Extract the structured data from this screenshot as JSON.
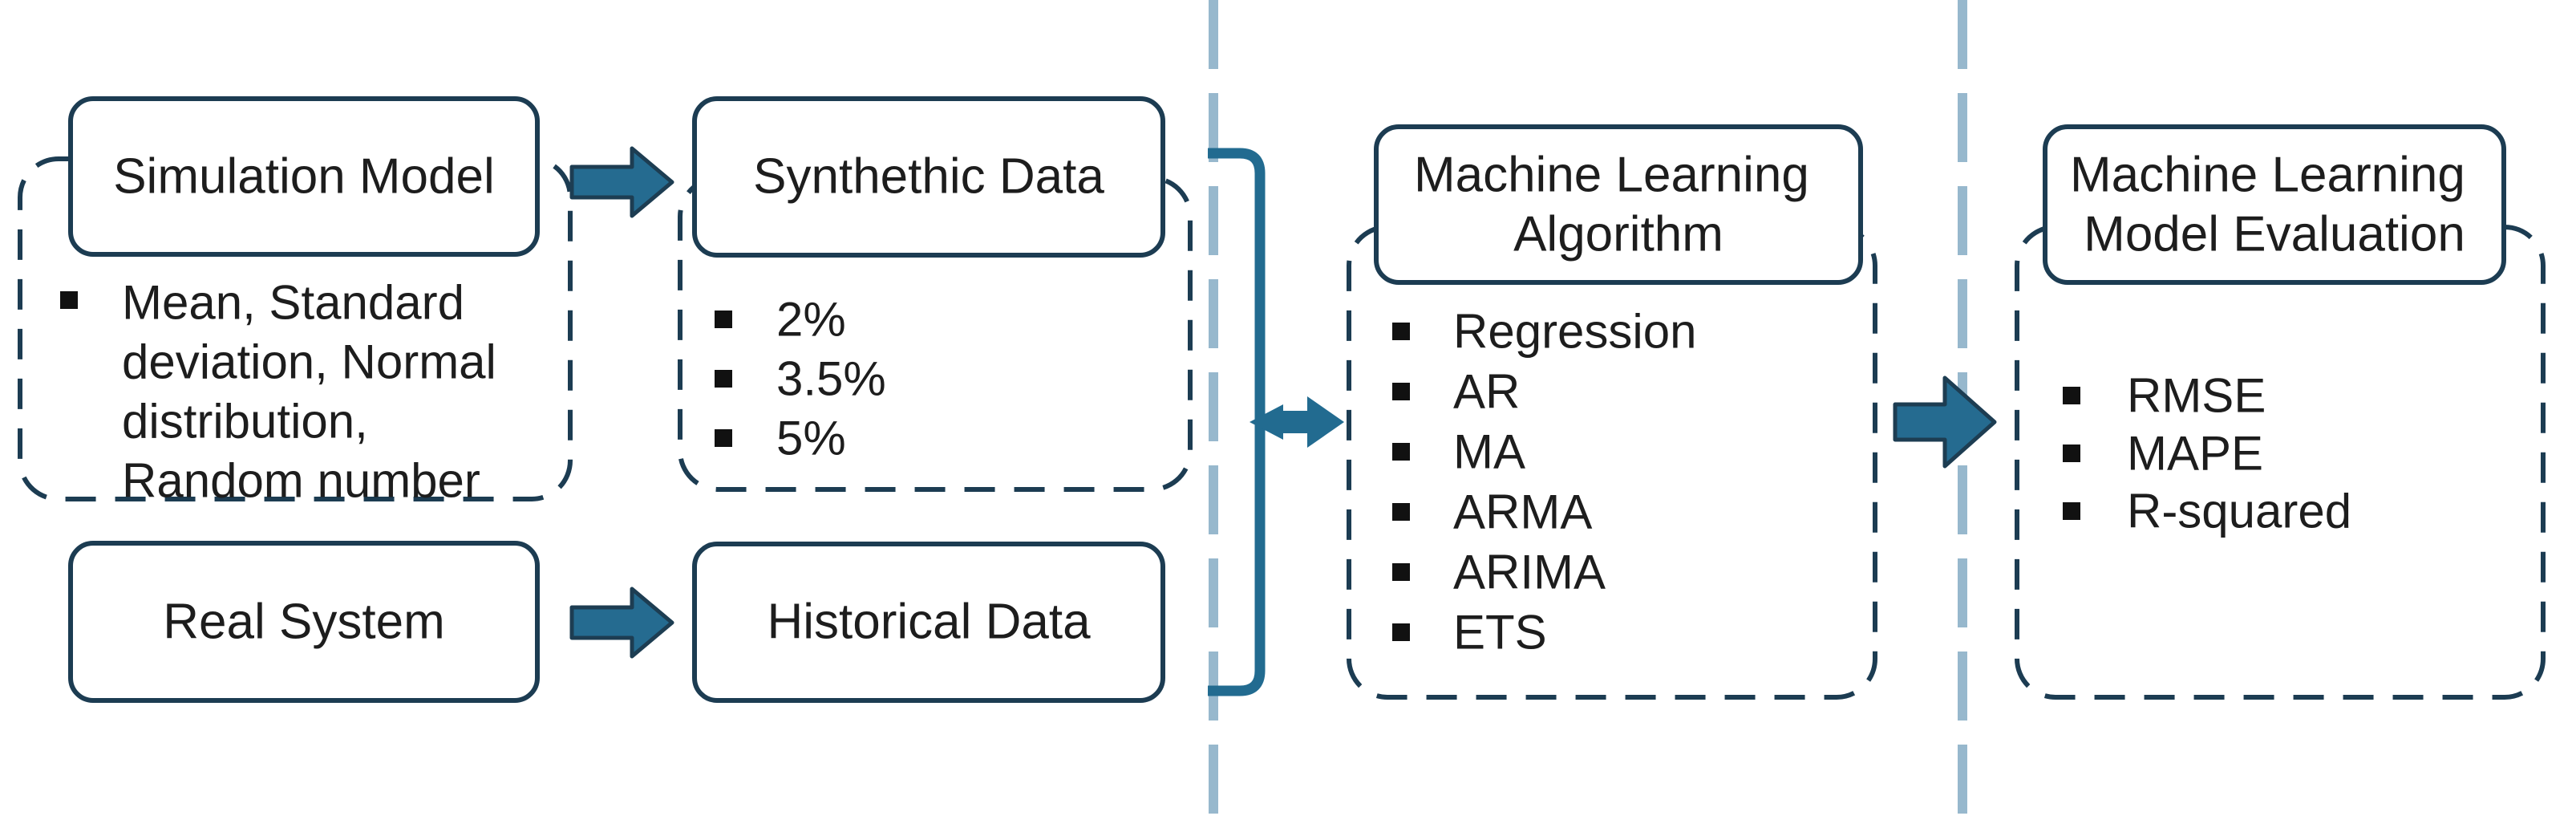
{
  "diagram": {
    "stage1": {
      "sim_title": "Simulation Model",
      "sim_bullet_lines": [
        "Mean, Standard",
        "deviation, Normal",
        "distribution,",
        "Random number"
      ],
      "real_title": "Real System"
    },
    "stage2": {
      "syn_title": "Synthethic Data",
      "syn_bullets": [
        "2%",
        "3.5%",
        "5%"
      ],
      "hist_title": "Historical Data"
    },
    "stage3": {
      "title_lines": [
        "Machine Learning",
        "Algorithm"
      ],
      "bullets": [
        "Regression",
        "AR",
        "MA",
        "ARMA",
        "ARIMA",
        "ETS"
      ]
    },
    "stage4": {
      "title_lines": [
        "Machine Learning",
        "Model Evaluation"
      ],
      "bullets": [
        "RMSE",
        "MAPE",
        "R-squared"
      ]
    },
    "colors": {
      "box_border": "#1c3c52",
      "accent_teal": "#226b90",
      "divider_blue": "#97b8cd",
      "text": "#1d1d1d",
      "bullet": "#111111",
      "background": "#ffffff"
    }
  }
}
